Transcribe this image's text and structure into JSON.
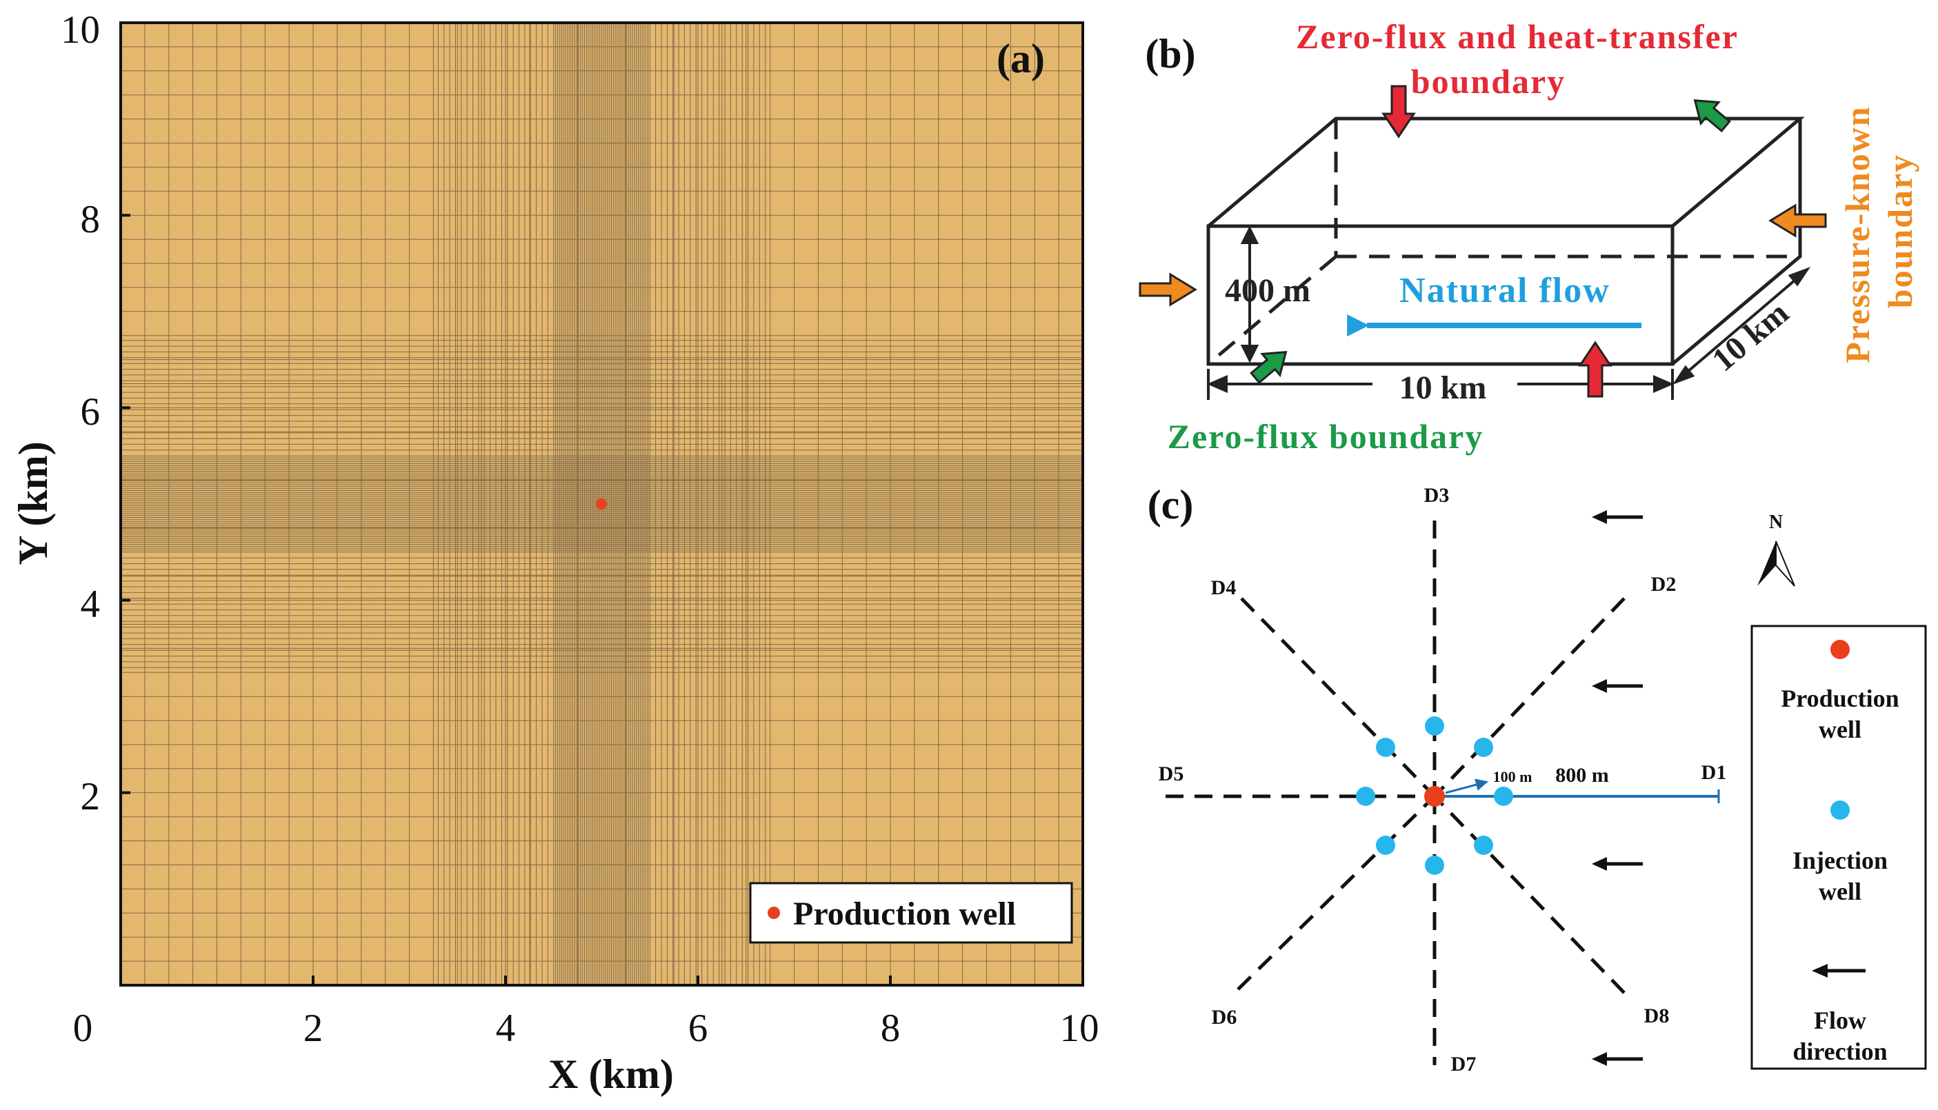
{
  "panel_a": {
    "label": "(a)",
    "x_label": "X (km)",
    "y_label": "Y (km)",
    "x_ticks": [
      "0",
      "2",
      "4",
      "6",
      "8",
      "10"
    ],
    "y_ticks": [
      "10",
      "8",
      "6",
      "4",
      "2"
    ],
    "legend": "Production well",
    "well": {
      "x": 5,
      "y": 5
    },
    "colors": {
      "background": "#e4b76e",
      "grid": "#2b2b2b",
      "well": "#e8401c"
    }
  },
  "panel_b": {
    "label": "(b)",
    "top_boundary": [
      "Zero-flux and heat-transfer",
      "boundary"
    ],
    "side_boundary": [
      "Pressure-known",
      "boundary"
    ],
    "bottom_boundary": "Zero-flux boundary",
    "natural_flow": "Natural flow",
    "height": "400 m",
    "length": "10 km",
    "width": "10 km",
    "colors": {
      "red": "#e52a36",
      "green": "#1b9a48",
      "orange": "#ee8a1f",
      "blue": "#1fa0dc"
    }
  },
  "panel_c": {
    "label": "(c)",
    "directions": [
      "D1",
      "D2",
      "D3",
      "D4",
      "D5",
      "D6",
      "D7",
      "D8"
    ],
    "dist_100": "100 m",
    "dist_800": "800 m",
    "north": "N",
    "legend": {
      "production": [
        "Production",
        "well"
      ],
      "injection": [
        "Injection",
        "well"
      ],
      "flow": [
        "Flow",
        "direction"
      ]
    },
    "colors": {
      "production": "#e8401c",
      "injection": "#27b6ec",
      "line": "#1a6fb5"
    }
  }
}
